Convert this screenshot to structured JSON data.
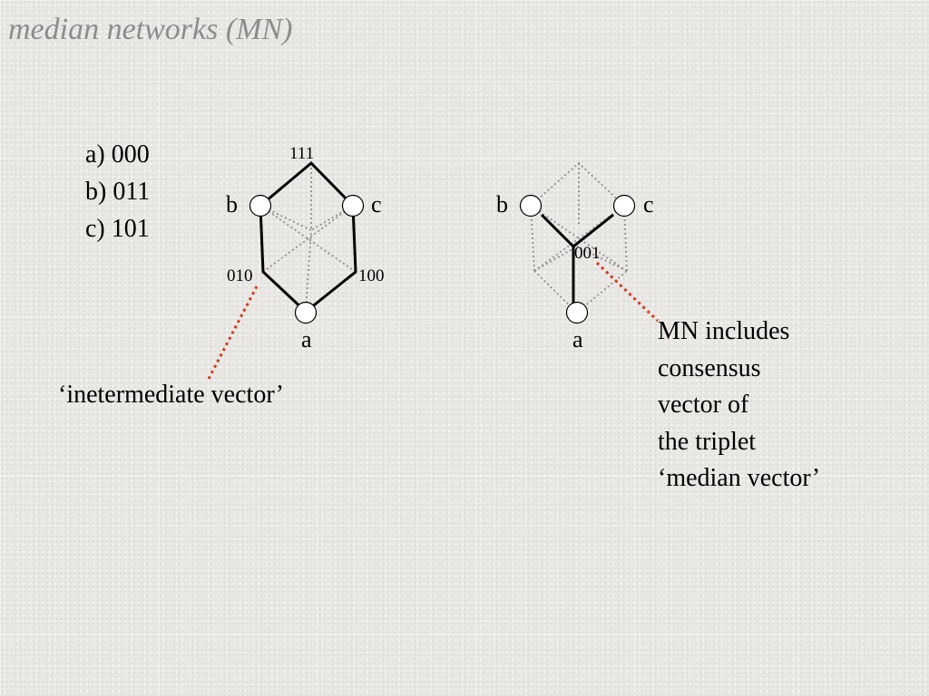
{
  "title": "median networks (MN)",
  "vectors": [
    "a) 000",
    "b) 011",
    "c) 101"
  ],
  "left_diagram": {
    "node_labels": {
      "a": "a",
      "b": "b",
      "c": "c"
    },
    "vertex_labels": {
      "top": "111",
      "left": "010",
      "right": "100"
    }
  },
  "right_diagram": {
    "node_labels": {
      "a": "a",
      "b": "b",
      "c": "c"
    },
    "vertex_labels": {
      "median": "001"
    }
  },
  "intermediate_label": "‘inetermediate vector’",
  "note_lines": [
    "MN includes",
    "consensus",
    "vector of",
    "the triplet",
    "‘median vector’"
  ],
  "colors": {
    "pointer": "#d43a1a",
    "title": "#8c8c8c",
    "dotted_edge": "#8e8e8e"
  }
}
